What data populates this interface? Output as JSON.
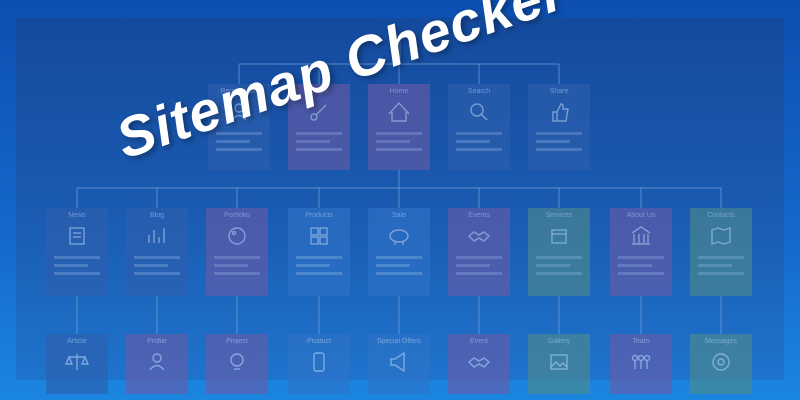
{
  "headline": "Sitemap Checker",
  "colors": {
    "background": "#1566c9",
    "frame": "#1a5bb2",
    "line": "#7ea6dc",
    "headline": "#ffffff"
  },
  "sitemap": {
    "top_row": [
      {
        "label": "Registration",
        "icon": "user-icon",
        "color": "#2f5fae"
      },
      {
        "label": "Login",
        "icon": "key-icon",
        "color": "#6a5aa6"
      },
      {
        "label": "Home",
        "icon": "home-icon",
        "color": "#6a5aa6"
      },
      {
        "label": "Search",
        "icon": "search-icon",
        "color": "#2f5fae"
      },
      {
        "label": "Share",
        "icon": "thumbs-up-icon",
        "color": "#2f5fae"
      }
    ],
    "middle_row": [
      {
        "label": "News",
        "icon": "document-icon",
        "color": "#2f5fae"
      },
      {
        "label": "Blog",
        "icon": "chart-icon",
        "color": "#2f5fae"
      },
      {
        "label": "Portfolio",
        "icon": "palette-icon",
        "color": "#6a5aa6"
      },
      {
        "label": "Products",
        "icon": "grid-icon",
        "color": "#2f73c8"
      },
      {
        "label": "Sale",
        "icon": "piggy-bank-icon",
        "color": "#2f73c8"
      },
      {
        "label": "Events",
        "icon": "handshake-icon",
        "color": "#6a5aa6"
      },
      {
        "label": "Services",
        "icon": "box-icon",
        "color": "#4f8b8a"
      },
      {
        "label": "About Us",
        "icon": "building-icon",
        "color": "#6a5aa6"
      },
      {
        "label": "Contacts",
        "icon": "map-icon",
        "color": "#4f8b8a"
      }
    ],
    "bottom_row": [
      {
        "label": "Article",
        "icon": "scales-icon",
        "color": "#2f5fae"
      },
      {
        "label": "Profile",
        "icon": "person-icon",
        "color": "#6a5aa6"
      },
      {
        "label": "Project",
        "icon": "lightbulb-icon",
        "color": "#6a5aa6"
      },
      {
        "label": "Product",
        "icon": "phone-icon",
        "color": "#2f73c8"
      },
      {
        "label": "Special Offers",
        "icon": "megaphone-icon",
        "color": "#2f73c8"
      },
      {
        "label": "Event",
        "icon": "handshake-icon",
        "color": "#6a5aa6"
      },
      {
        "label": "Gallery",
        "icon": "image-icon",
        "color": "#4f8b8a"
      },
      {
        "label": "Team",
        "icon": "people-icon",
        "color": "#6a5aa6"
      },
      {
        "label": "Messages",
        "icon": "at-icon",
        "color": "#4f8b8a"
      }
    ]
  }
}
